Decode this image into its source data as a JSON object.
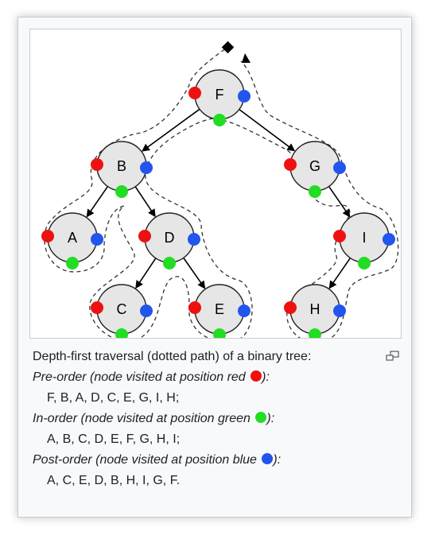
{
  "colors": {
    "red": "#ee1111",
    "green": "#22dd22",
    "blue": "#2255ee",
    "node_fill": "#e6e6e6"
  },
  "tree": {
    "nodes": [
      {
        "id": "F",
        "label": "F"
      },
      {
        "id": "B",
        "label": "B"
      },
      {
        "id": "G",
        "label": "G"
      },
      {
        "id": "A",
        "label": "A"
      },
      {
        "id": "D",
        "label": "D"
      },
      {
        "id": "I",
        "label": "I"
      },
      {
        "id": "C",
        "label": "C"
      },
      {
        "id": "E",
        "label": "E"
      },
      {
        "id": "H",
        "label": "H"
      }
    ],
    "edges": [
      [
        "F",
        "B"
      ],
      [
        "F",
        "G"
      ],
      [
        "B",
        "A"
      ],
      [
        "B",
        "D"
      ],
      [
        "D",
        "C"
      ],
      [
        "D",
        "E"
      ],
      [
        "G",
        "I"
      ],
      [
        "I",
        "H"
      ]
    ]
  },
  "caption": {
    "title": "Depth-first traversal (dotted path) of a binary tree:",
    "preorder_label": "Pre-order (node visited at position red ",
    "preorder_close": "):",
    "preorder_list": "F, B, A, D, C, E, G, I, H;",
    "inorder_label": "In-order (node visited at position green ",
    "inorder_close": "):",
    "inorder_list": "A, B, C, D, E, F, G, H, I;",
    "postorder_label": "Post-order (node visited at position blue ",
    "postorder_close": "):",
    "postorder_list": "A, C, E, D, B, H, I, G, F."
  },
  "icons": {
    "enlarge": "enlarge-icon"
  }
}
